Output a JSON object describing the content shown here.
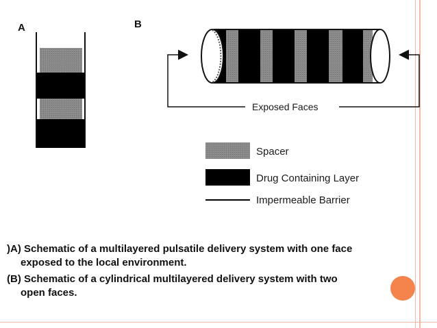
{
  "panel_a": {
    "letter": "A"
  },
  "panel_b": {
    "letter": "B",
    "exposed_label": "Exposed Faces"
  },
  "legend": {
    "items": [
      {
        "label": "Spacer",
        "color": "#8c8c8c"
      },
      {
        "label": "Drug Containing Layer",
        "color": "#000000"
      },
      {
        "label": "Impermeable Barrier",
        "color": "#000000"
      }
    ]
  },
  "caption": {
    "line_a_1": ")A) Schematic of a multilayered pulsatile delivery system with one face",
    "line_a_2": "exposed to the local environment.",
    "line_b_1": "(B) Schematic of a cylindrical multilayered delivery system with two",
    "line_b_2": "open faces."
  },
  "colors": {
    "frame": "#f0b9a4",
    "accent": "#f4844c",
    "spacer": "#8c8c8c",
    "drug": "#000000"
  }
}
